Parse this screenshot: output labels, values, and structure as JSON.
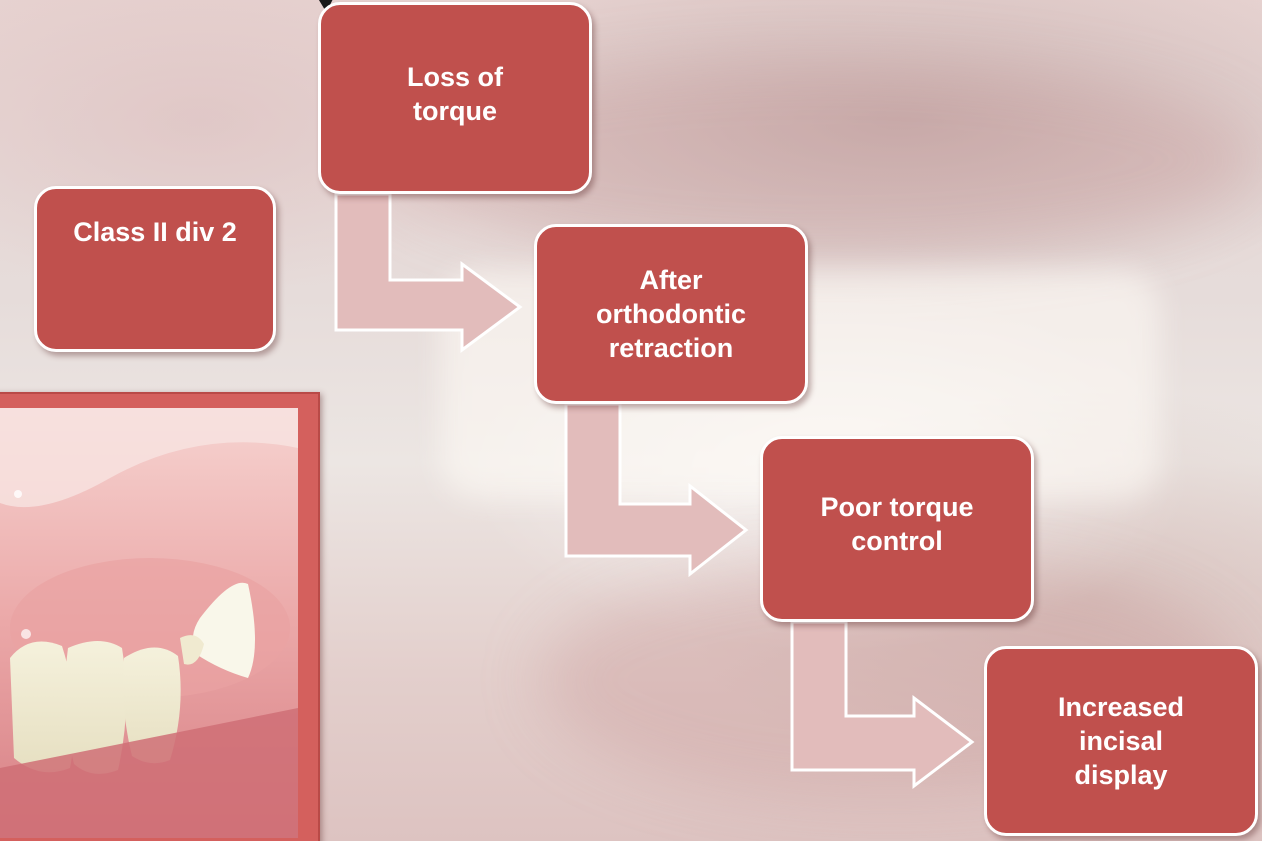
{
  "diagram": {
    "nodes": [
      {
        "id": "class",
        "lines": [
          "Class II div 2"
        ]
      },
      {
        "id": "loss",
        "lines": [
          "Loss of",
          "torque"
        ]
      },
      {
        "id": "after",
        "lines": [
          "After",
          "orthodontic",
          "retraction"
        ]
      },
      {
        "id": "poor",
        "lines": [
          "Poor torque",
          "control"
        ]
      },
      {
        "id": "increased",
        "lines": [
          "Increased",
          "incisal",
          "display"
        ]
      }
    ]
  },
  "colors": {
    "node_fill": "#c0504d",
    "node_border": "#ffffff",
    "arrow_fill": "#e2bcbb",
    "arrow_stroke": "#ffffff",
    "photo_frame": "#d4605d"
  }
}
